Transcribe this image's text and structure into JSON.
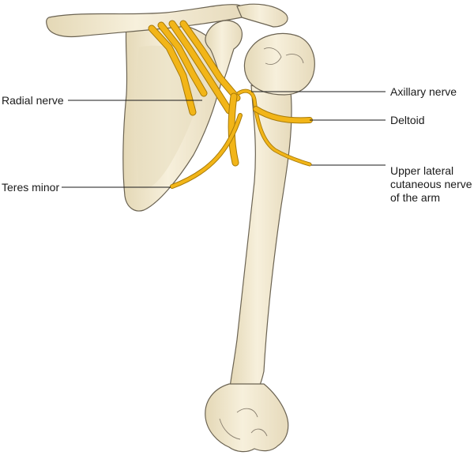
{
  "labels": {
    "radial_nerve": "Radial nerve",
    "teres_minor": "Teres minor",
    "axillary_nerve": "Axillary nerve",
    "deltoid": "Deltoid",
    "upper_lateral_line1": "Upper lateral",
    "upper_lateral_line2": "cutaneous nerve",
    "upper_lateral_line3": "of the arm"
  },
  "colors": {
    "bone_fill": "#f3ead3",
    "bone_shade": "#e2d5b2",
    "bone_outline": "#6b6352",
    "nerve_fill": "#f2b518",
    "nerve_outline": "#a77a08",
    "leader_line": "#1a1a1a"
  }
}
